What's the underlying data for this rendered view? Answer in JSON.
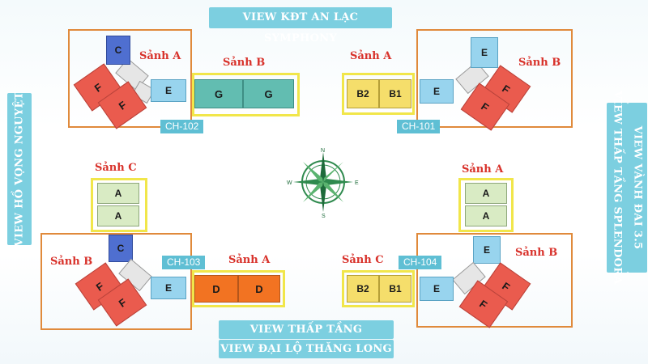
{
  "banners": {
    "top": "VIEW KĐT AN LẠC SYMPHONY",
    "left": "VIEW HỒ VỌNG NGUYỆT",
    "right_1": "VIEW THẤP TẦNG SPLENDORA",
    "right_2": "VIEW VÀNH ĐAI 3.5",
    "bottom_1": "VIEW THẤP TẦNG SPLENDORA",
    "bottom_2": "VIEW ĐẠI LỘ THĂNG LONG"
  },
  "buildings": {
    "ch102": {
      "code": "CH-102",
      "lobby_orange": "Sảnh A",
      "lobby_yellow": "Sảnh B",
      "units": {
        "c": "C",
        "f1": "F",
        "f2": "F",
        "e": "E",
        "g1": "G",
        "g2": "G"
      }
    },
    "ch101": {
      "code": "CH-101",
      "lobby_yellow": "Sảnh A",
      "lobby_orange": "Sảnh B",
      "units": {
        "b2": "B2",
        "b1": "B1",
        "e1": "E",
        "e2": "E",
        "f1": "F",
        "f2": "F"
      }
    },
    "ch103": {
      "code": "CH-103",
      "lobby_green": "Sảnh C",
      "lobby_orange": "Sảnh B",
      "lobby_yellow": "Sảnh A",
      "units": {
        "a1": "A",
        "a2": "A",
        "c": "C",
        "f1": "F",
        "f2": "F",
        "e": "E",
        "d1": "D",
        "d2": "D"
      }
    },
    "ch104": {
      "code": "CH-104",
      "lobby_green": "Sảnh A",
      "lobby_yellow": "Sảnh C",
      "lobby_orange": "Sảnh B",
      "units": {
        "a1": "A",
        "a2": "A",
        "e1": "E",
        "e2": "E",
        "b2": "B2",
        "b1": "B1",
        "f1": "F",
        "f2": "F"
      }
    }
  },
  "compass": {
    "n": "N",
    "s": "S",
    "e": "E",
    "w": "W"
  },
  "colors": {
    "banner": "#7ccfe0",
    "frame_orange": "#e08a3b",
    "frame_yellow": "#f1e64a",
    "lobby_text": "#d8312a",
    "unit_f": "#ea5b4e",
    "unit_e": "#98d4ee",
    "unit_c": "#4f6fd0",
    "unit_g": "#62bdb1",
    "unit_b": "#f5de6b",
    "unit_d": "#f27322",
    "unit_a": "#d9ebc4"
  }
}
